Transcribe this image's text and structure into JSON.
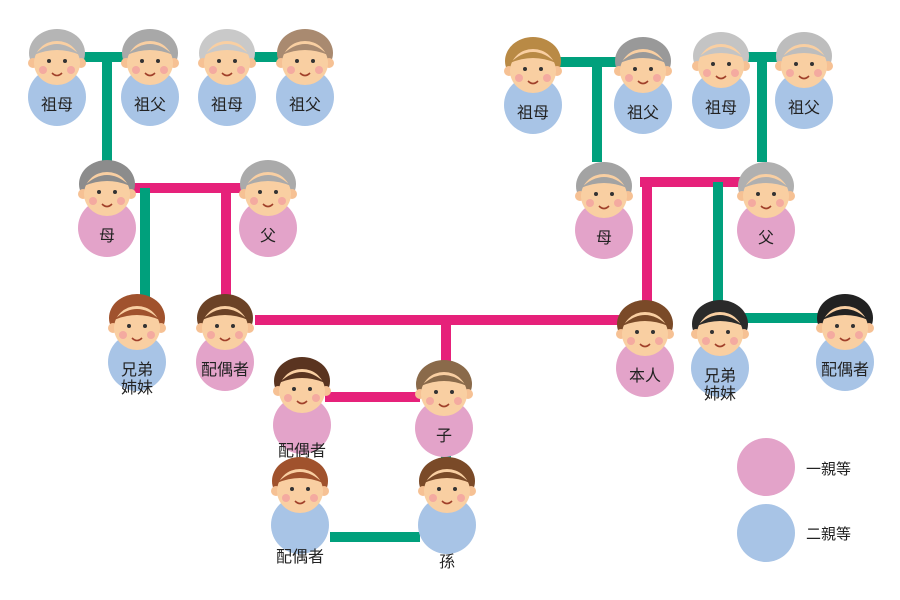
{
  "colors": {
    "first_degree": "#e3a3c9",
    "second_degree": "#a8c4e6",
    "line_blood": "#e6217a",
    "line_relation": "#00a07c"
  },
  "nodes": [
    {
      "label": "祖母",
      "degree": "second"
    },
    {
      "label": "祖父",
      "degree": "second"
    },
    {
      "label": "祖母",
      "degree": "second"
    },
    {
      "label": "祖父",
      "degree": "second"
    },
    {
      "label": "祖母",
      "degree": "second"
    },
    {
      "label": "祖父",
      "degree": "second"
    },
    {
      "label": "祖母",
      "degree": "second"
    },
    {
      "label": "祖父",
      "degree": "second"
    },
    {
      "label": "母",
      "degree": "first"
    },
    {
      "label": "父",
      "degree": "first"
    },
    {
      "label": "母",
      "degree": "first"
    },
    {
      "label": "父",
      "degree": "first"
    },
    {
      "label": "兄弟\n姉妹",
      "degree": "second"
    },
    {
      "label": "配偶者",
      "degree": "first"
    },
    {
      "label": "本人",
      "degree": "first"
    },
    {
      "label": "兄弟\n姉妹",
      "degree": "second"
    },
    {
      "label": "配偶者",
      "degree": "second"
    },
    {
      "label": "配偶者",
      "degree": "first"
    },
    {
      "label": "子",
      "degree": "first"
    },
    {
      "label": "配偶者",
      "degree": "second"
    },
    {
      "label": "孫",
      "degree": "second"
    }
  ],
  "legend": [
    {
      "label": "一親等",
      "degree": "first"
    },
    {
      "label": "二親等",
      "degree": "second"
    }
  ]
}
